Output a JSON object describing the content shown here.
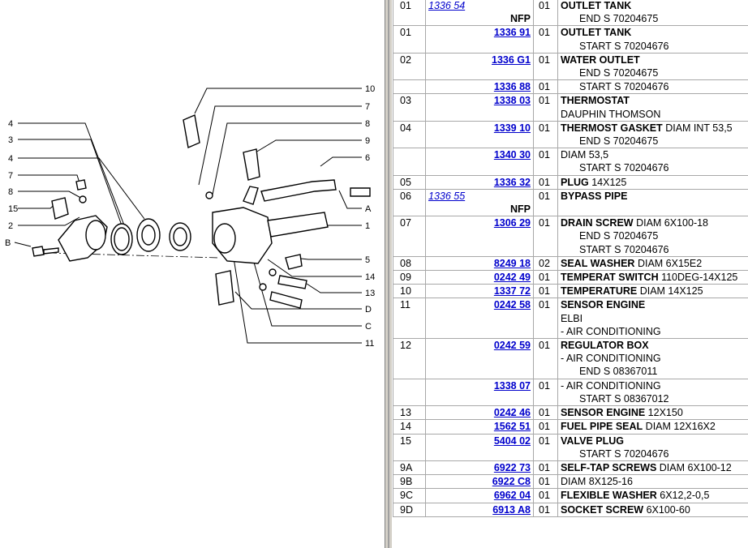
{
  "diagram": {
    "callouts_left": [
      "4",
      "3",
      "4",
      "7",
      "8",
      "15",
      "2",
      "B"
    ],
    "callouts_right": [
      "10",
      "7",
      "8",
      "9",
      "6",
      "A",
      "1",
      "5",
      "14",
      "13",
      "D",
      "C",
      "11"
    ]
  },
  "rows": [
    {
      "num": "01",
      "ref": "1336 54",
      "ref_style": "italic",
      "nfp": "NFP",
      "qty": "01",
      "name": "OUTLET TANK",
      "name_extra": "",
      "lines": [
        {
          "text": "END S 70204675",
          "indent": true
        }
      ]
    },
    {
      "num": "01",
      "ref": "1336 91",
      "qty": "01",
      "name": "OUTLET TANK",
      "name_extra": "",
      "lines": [
        {
          "text": "START S 70204676",
          "indent": true
        }
      ]
    },
    {
      "num": "02",
      "ref": "1336 G1",
      "qty": "01",
      "name": "WATER OUTLET",
      "name_extra": "",
      "lines": [
        {
          "text": "END S 70204675",
          "indent": true
        }
      ]
    },
    {
      "num": "",
      "ref": "1336 88",
      "qty": "01",
      "name": "",
      "name_extra": "",
      "lines": [
        {
          "text": "START S 70204676",
          "indent": true
        }
      ]
    },
    {
      "num": "03",
      "ref": "1338 03",
      "qty": "01",
      "name": "THERMOSTAT",
      "name_extra": "",
      "lines": [
        {
          "text": "DAUPHIN THOMSON",
          "indent": false
        }
      ]
    },
    {
      "num": "04",
      "ref": "1339 10",
      "qty": "01",
      "name": "THERMOST GASKET",
      "name_extra": "DIAM INT 53,5",
      "lines": [
        {
          "text": "END S 70204675",
          "indent": true
        }
      ]
    },
    {
      "num": "",
      "ref": "1340 30",
      "qty": "01",
      "name": "",
      "name_extra": "DIAM 53,5",
      "lines": [
        {
          "text": "START S 70204676",
          "indent": true
        }
      ]
    },
    {
      "num": "05",
      "ref": "1336 32",
      "qty": "01",
      "name": "PLUG",
      "name_extra": "14X125",
      "lines": []
    },
    {
      "num": "06",
      "ref": "1336 55",
      "ref_style": "italic",
      "nfp": "NFP",
      "qty": "01",
      "name": "BYPASS PIPE",
      "name_extra": "",
      "lines": []
    },
    {
      "num": "07",
      "ref": "1306 29",
      "qty": "01",
      "name": "DRAIN SCREW",
      "name_extra": "DIAM 6X100-18",
      "lines": [
        {
          "text": "END S 70204675",
          "indent": true
        },
        {
          "text": "START S 70204676",
          "indent": true
        }
      ]
    },
    {
      "num": "08",
      "ref": "8249 18",
      "qty": "02",
      "name": "SEAL WASHER",
      "name_extra": "DIAM 6X15E2",
      "lines": []
    },
    {
      "num": "09",
      "ref": "0242 49",
      "qty": "01",
      "name": "TEMPERAT SWITCH",
      "name_extra": "110DEG-14X125",
      "lines": []
    },
    {
      "num": "10",
      "ref": "1337 72",
      "qty": "01",
      "name": "TEMPERATURE",
      "name_extra": "DIAM 14X125",
      "lines": []
    },
    {
      "num": "11",
      "ref": "0242 58",
      "qty": "01",
      "name": "SENSOR ENGINE",
      "name_extra": "",
      "lines": [
        {
          "text": "ELBI",
          "indent": false
        },
        {
          "text": "- AIR CONDITIONING",
          "indent": false
        }
      ]
    },
    {
      "num": "12",
      "ref": "0242 59",
      "qty": "01",
      "name": "REGULATOR BOX",
      "name_extra": "",
      "lines": [
        {
          "text": "- AIR CONDITIONING",
          "indent": false
        },
        {
          "text": "END S 08367011",
          "indent": true
        }
      ]
    },
    {
      "num": "",
      "ref": "1338 07",
      "qty": "01",
      "name": "",
      "name_extra": "",
      "lines": [
        {
          "text": "- AIR CONDITIONING",
          "indent": false
        },
        {
          "text": "START S 08367012",
          "indent": true
        }
      ]
    },
    {
      "num": "13",
      "ref": "0242 46",
      "qty": "01",
      "name": "SENSOR ENGINE",
      "name_extra": "12X150",
      "lines": []
    },
    {
      "num": "14",
      "ref": "1562 51",
      "qty": "01",
      "name": "FUEL PIPE SEAL",
      "name_extra": "DIAM 12X16X2",
      "lines": []
    },
    {
      "num": "15",
      "ref": "5404 02",
      "qty": "01",
      "name": "VALVE PLUG",
      "name_extra": "",
      "lines": [
        {
          "text": "START S 70204676",
          "indent": true
        }
      ]
    },
    {
      "num": "9A",
      "ref": "6922 73",
      "qty": "01",
      "name": "SELF-TAP SCREWS",
      "name_extra": "DIAM 6X100-12",
      "lines": []
    },
    {
      "num": "9B",
      "ref": "6922 C8",
      "qty": "01",
      "name": "",
      "name_extra": "DIAM 8X125-16",
      "lines": []
    },
    {
      "num": "9C",
      "ref": "6962 04",
      "qty": "01",
      "name": "FLEXIBLE WASHER",
      "name_extra": "6X12,2-0,5",
      "lines": []
    },
    {
      "num": "9D",
      "ref": "6913 A8",
      "qty": "01",
      "name": "SOCKET SCREW",
      "name_extra": "6X100-60",
      "lines": []
    }
  ]
}
